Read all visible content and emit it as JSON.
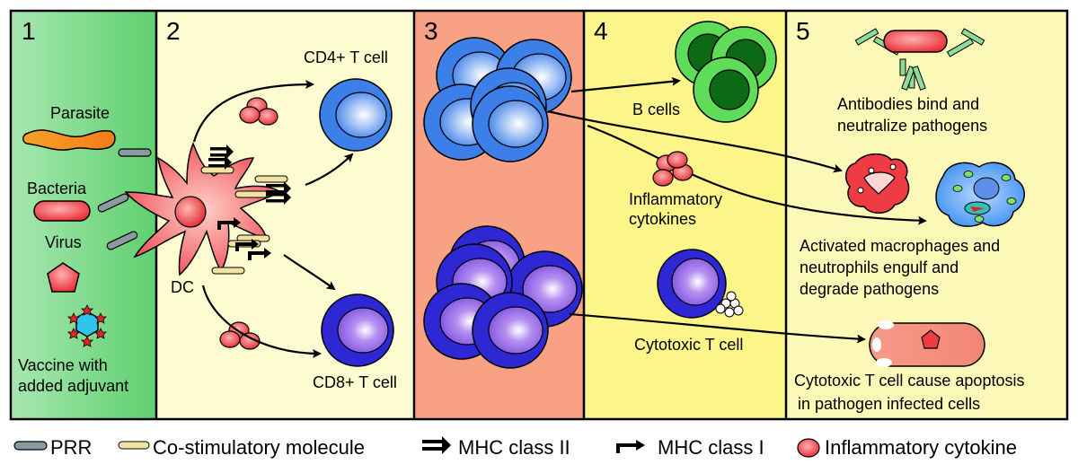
{
  "panels": [
    {
      "number": "1"
    },
    {
      "number": "2"
    },
    {
      "number": "3"
    },
    {
      "number": "4"
    },
    {
      "number": "5"
    }
  ],
  "panel1": {
    "parasite": "Parasite",
    "bacteria": "Bacteria",
    "virus": "Virus",
    "vaccine_line1": "Vaccine with",
    "vaccine_line2": "added adjuvant"
  },
  "panel2": {
    "dc": "DC",
    "cd4": "CD4+ T cell",
    "cd8": "CD8+ T cell"
  },
  "panel4": {
    "b_cells": "B cells",
    "inflammatory_line1": "Inflammatory",
    "inflammatory_line2": "cytokines",
    "cytotoxic": "Cytotoxic T cell"
  },
  "panel5": {
    "antibodies_line1": "Antibodies bind and",
    "antibodies_line2": "neutralize pathogens",
    "macrophages_line1": "Activated macrophages and",
    "macrophages_line2": "neutrophils engulf and",
    "macrophages_line3": "degrade pathogens",
    "apoptosis_line1": "Cytotoxic T cell cause apoptosis",
    "apoptosis_line2": "in pathogen infected cells"
  },
  "legend": {
    "prr": "PRR",
    "costim": "Co-stimulatory molecule",
    "mhc2": "MHC class II",
    "mhc1": "MHC class I",
    "cytokine": "Inflammatory cytokine"
  },
  "colors": {
    "panel1": "#7fd98a",
    "panel2": "#fdfbd0",
    "panel3": "#f7a080",
    "panel4": "#fbf58a",
    "panel5": "#fcf8b8",
    "blue_cell": "#2f7de8",
    "purple_cell": "#3a34d8",
    "red": "#e8222a",
    "green_cell": "#4fd64a"
  }
}
